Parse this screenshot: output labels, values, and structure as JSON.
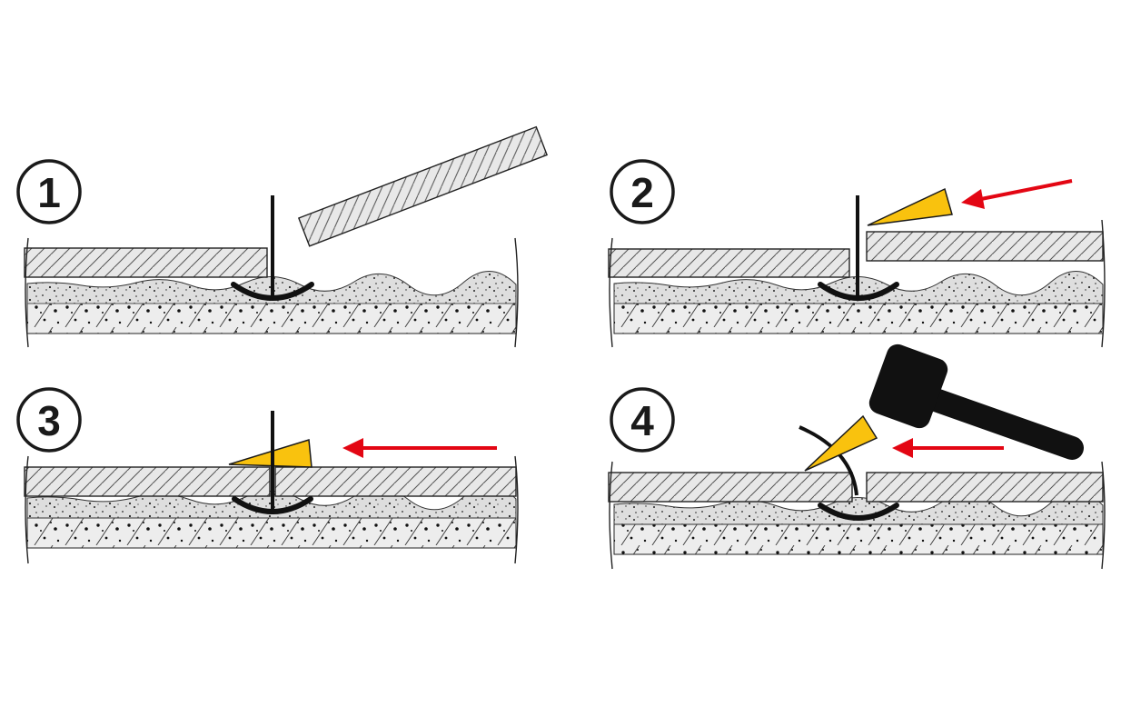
{
  "steps": [
    {
      "number": "1"
    },
    {
      "number": "2"
    },
    {
      "number": "3"
    },
    {
      "number": "4"
    }
  ],
  "colors": {
    "wedge": "#f9c20e",
    "arrow": "#e30613",
    "outline": "#1a1a1a",
    "tile_fill": "#e6e6e6",
    "mortar_fill": "#dcdcdc",
    "substrate_fill": "#ececec",
    "hammer": "#111111"
  },
  "icons": [
    "leveling-clip-icon",
    "wedge-icon",
    "arrow-left-icon",
    "hammer-icon"
  ]
}
